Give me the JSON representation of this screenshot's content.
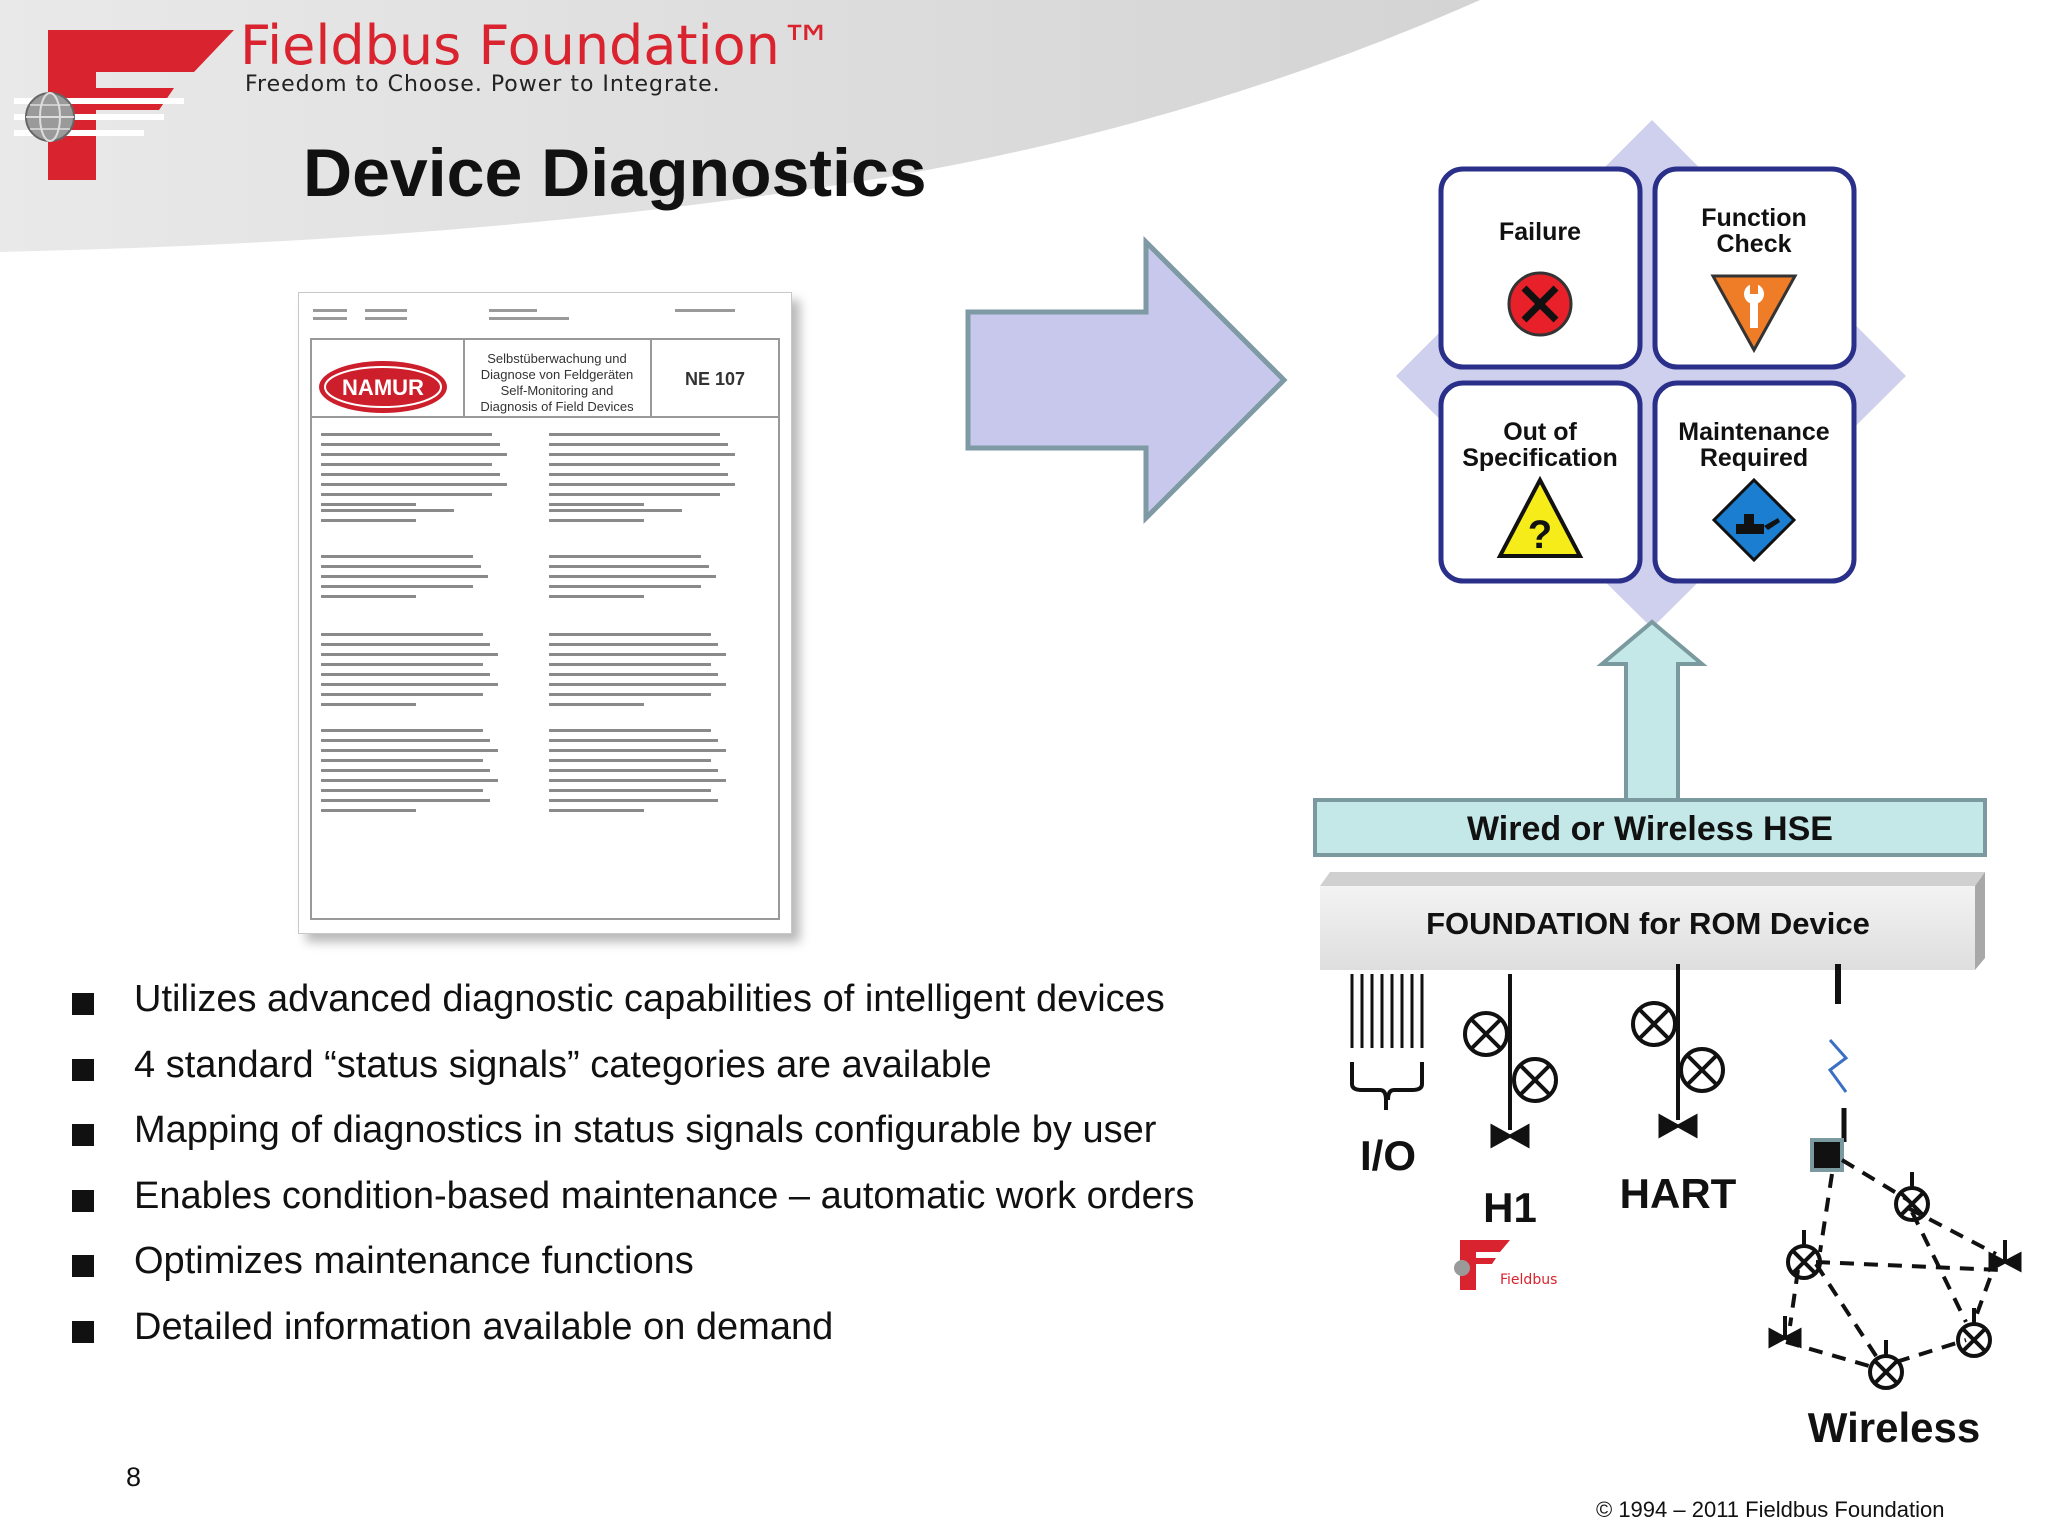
{
  "header": {
    "logo_title": "Fieldbus Foundation™",
    "logo_tagline": "Freedom to Choose. Power to Integrate."
  },
  "slide": {
    "title": "Device Diagnostics",
    "page_number": "8",
    "copyright": "© 1994 – 2011 Fieldbus Foundation"
  },
  "namur_doc": {
    "badge": "NAMUR",
    "doc_id": "NE 107",
    "title_lines": [
      "Selbstüberwachung und",
      "Diagnose von Feldgeräten",
      "Self-Monitoring and",
      "Diagnosis of Field Devices"
    ]
  },
  "bullets": [
    "Utilizes advanced diagnostic capabilities of intelligent devices",
    "4 standard “status signals” categories are available",
    "Mapping of diagnostics in status signals configurable by user",
    "Enables condition-based maintenance – automatic work orders",
    "Optimizes maintenance functions",
    "Detailed information available on demand"
  ],
  "status_signals": {
    "failure": "Failure",
    "function_check": [
      "Function",
      "Check"
    ],
    "out_of_spec": [
      "Out of",
      "Specification"
    ],
    "maintenance": [
      "Maintenance",
      "Required"
    ]
  },
  "network": {
    "hse_label": "Wired or  Wireless HSE",
    "rom_label": "FOUNDATION for ROM Device",
    "io_label": "I/O",
    "h1_label": "H1",
    "hart_label": "HART",
    "wireless_label": "Wireless",
    "mini_logo_text": "Fieldbus"
  },
  "colors": {
    "brand_red": "#d9232e",
    "arrow_fill": "#c8c8ec",
    "diamond_fill": "#cfcfee",
    "panel_border": "#2a2f8a",
    "hse_fill": "#c4e8e8",
    "hse_border": "#7a9aa0"
  },
  "icons": {
    "failure": "red-x-circle-icon",
    "function_check": "orange-wrench-triangle-icon",
    "out_of_spec": "yellow-question-triangle-icon",
    "maintenance": "blue-oilcan-diamond-icon"
  }
}
